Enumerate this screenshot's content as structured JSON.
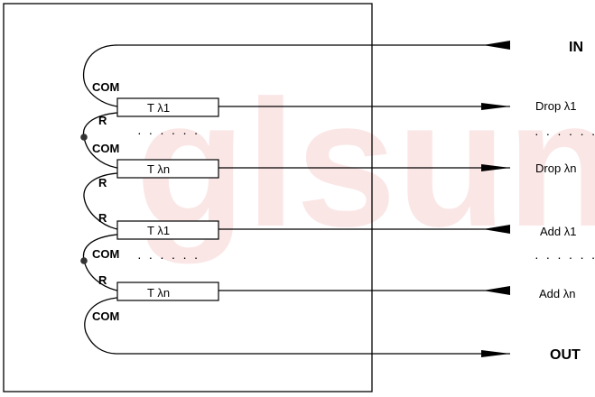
{
  "watermark": "glsun",
  "ports": {
    "in": "IN",
    "out": "OUT",
    "drop1": "Drop  λ1",
    "drop_dots": "· · · · · ·",
    "dropn": "Drop  λn",
    "add1": "Add  λ1",
    "add_dots": "· · · · · ·",
    "addn": "Add  λn"
  },
  "filters": {
    "f1": "T  λ1",
    "f2": "T  λn",
    "f3": "T  λ1",
    "f4": "T  λn",
    "dots_top": "· · · · · ·",
    "dots_bottom": "· · · · · ·"
  },
  "labels": {
    "com1": "COM",
    "r1": "R",
    "com2": "COM",
    "r2": "R",
    "r3": "R",
    "com3": "COM",
    "r4": "R",
    "com4": "COM"
  }
}
